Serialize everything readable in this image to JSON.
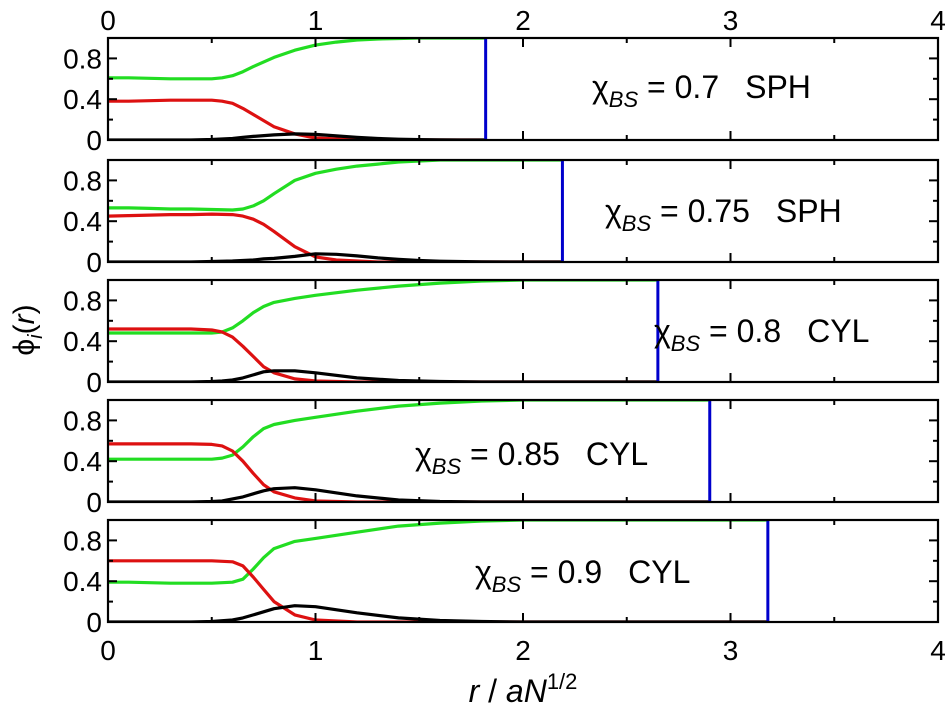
{
  "chart_data": {
    "type": "line",
    "xlim": [
      0,
      4
    ],
    "ylim": [
      0,
      1
    ],
    "x_ticks": [
      "0",
      "1",
      "2",
      "3",
      "4"
    ],
    "y_ticks": [
      "0",
      "0.4",
      "0.8"
    ],
    "xlabel": {
      "italic": "r",
      "mid": " / ",
      "a": "a",
      "N": "N",
      "sup": "1/2"
    },
    "ylabel": {
      "phi": "ϕ",
      "sub": "i",
      "open": "(",
      "r": "r",
      "close": ")"
    },
    "colors": {
      "green": "#22dd22",
      "red": "#dd1111",
      "black": "#000000",
      "blue": "#0000cc"
    },
    "panels": [
      {
        "annotation": {
          "chi": "χ",
          "sub": "BS",
          "value": " = 0.7",
          "phase": "SPH"
        },
        "vline_x": 1.82,
        "series": [
          {
            "color": "green",
            "x": [
              0,
              0.1,
              0.2,
              0.3,
              0.4,
              0.5,
              0.55,
              0.6,
              0.65,
              0.7,
              0.8,
              0.9,
              1.0,
              1.1,
              1.2,
              1.3,
              1.4,
              1.5,
              1.6,
              1.7,
              1.82
            ],
            "y": [
              0.61,
              0.61,
              0.605,
              0.6,
              0.6,
              0.6,
              0.61,
              0.63,
              0.67,
              0.72,
              0.81,
              0.88,
              0.93,
              0.96,
              0.98,
              0.99,
              0.995,
              1.0,
              1.0,
              1.0,
              1.0
            ]
          },
          {
            "color": "red",
            "x": [
              0,
              0.1,
              0.2,
              0.3,
              0.4,
              0.5,
              0.55,
              0.6,
              0.65,
              0.7,
              0.8,
              0.9,
              1.0,
              1.1,
              1.2,
              1.3,
              1.4,
              1.5,
              1.6,
              1.7,
              1.82
            ],
            "y": [
              0.38,
              0.38,
              0.385,
              0.39,
              0.39,
              0.39,
              0.38,
              0.36,
              0.31,
              0.25,
              0.13,
              0.06,
              0.02,
              0.01,
              0.0,
              0.0,
              0.0,
              0.0,
              0.0,
              0.0,
              0.0
            ]
          },
          {
            "color": "black",
            "x": [
              0,
              0.1,
              0.2,
              0.3,
              0.4,
              0.5,
              0.55,
              0.6,
              0.65,
              0.7,
              0.8,
              0.9,
              1.0,
              1.1,
              1.2,
              1.3,
              1.4,
              1.5,
              1.6,
              1.7,
              1.82
            ],
            "y": [
              0.0,
              0.0,
              0.0,
              0.0,
              0.0,
              0.005,
              0.01,
              0.015,
              0.025,
              0.035,
              0.05,
              0.06,
              0.055,
              0.04,
              0.025,
              0.015,
              0.008,
              0.004,
              0.002,
              0.0,
              0.0
            ]
          }
        ]
      },
      {
        "annotation": {
          "chi": "χ",
          "sub": "BS",
          "value": " = 0.75",
          "phase": "SPH"
        },
        "vline_x": 2.19,
        "series": [
          {
            "color": "green",
            "x": [
              0,
              0.1,
              0.2,
              0.3,
              0.4,
              0.5,
              0.6,
              0.65,
              0.7,
              0.75,
              0.8,
              0.9,
              1.0,
              1.1,
              1.2,
              1.3,
              1.4,
              1.5,
              1.6,
              1.8,
              2.0,
              2.19
            ],
            "y": [
              0.53,
              0.53,
              0.525,
              0.52,
              0.52,
              0.515,
              0.51,
              0.52,
              0.55,
              0.6,
              0.67,
              0.8,
              0.87,
              0.91,
              0.94,
              0.96,
              0.98,
              0.99,
              1.0,
              1.0,
              1.0,
              1.0
            ]
          },
          {
            "color": "red",
            "x": [
              0,
              0.1,
              0.2,
              0.3,
              0.4,
              0.5,
              0.6,
              0.65,
              0.7,
              0.75,
              0.8,
              0.9,
              1.0,
              1.1,
              1.2,
              1.3,
              1.4,
              1.5,
              1.6,
              1.8,
              2.0,
              2.19
            ],
            "y": [
              0.45,
              0.455,
              0.46,
              0.465,
              0.465,
              0.47,
              0.465,
              0.45,
              0.42,
              0.37,
              0.3,
              0.15,
              0.05,
              0.02,
              0.01,
              0.0,
              0.0,
              0.0,
              0.0,
              0.0,
              0.0,
              0.0
            ]
          },
          {
            "color": "black",
            "x": [
              0,
              0.1,
              0.2,
              0.3,
              0.4,
              0.5,
              0.6,
              0.65,
              0.7,
              0.75,
              0.8,
              0.9,
              1.0,
              1.1,
              1.2,
              1.3,
              1.4,
              1.5,
              1.6,
              1.8,
              2.0,
              2.19
            ],
            "y": [
              0.0,
              0.0,
              0.0,
              0.0,
              0.0,
              0.005,
              0.01,
              0.015,
              0.02,
              0.03,
              0.035,
              0.055,
              0.08,
              0.075,
              0.06,
              0.04,
              0.025,
              0.015,
              0.008,
              0.002,
              0.0,
              0.0
            ]
          }
        ]
      },
      {
        "annotation": {
          "chi": "χ",
          "sub": "BS",
          "value": " = 0.8",
          "phase": "CYL"
        },
        "vline_x": 2.65,
        "series": [
          {
            "color": "green",
            "x": [
              0,
              0.1,
              0.2,
              0.3,
              0.4,
              0.5,
              0.55,
              0.6,
              0.65,
              0.7,
              0.75,
              0.8,
              0.9,
              1.0,
              1.2,
              1.4,
              1.6,
              1.8,
              2.0,
              2.3,
              2.65
            ],
            "y": [
              0.48,
              0.48,
              0.48,
              0.48,
              0.48,
              0.48,
              0.49,
              0.53,
              0.6,
              0.68,
              0.74,
              0.78,
              0.82,
              0.85,
              0.9,
              0.94,
              0.97,
              0.99,
              1.0,
              1.0,
              1.0
            ]
          },
          {
            "color": "red",
            "x": [
              0,
              0.1,
              0.2,
              0.3,
              0.4,
              0.5,
              0.55,
              0.6,
              0.65,
              0.7,
              0.75,
              0.8,
              0.9,
              1.0,
              1.2,
              1.4,
              1.6,
              1.8,
              2.0,
              2.3,
              2.65
            ],
            "y": [
              0.52,
              0.52,
              0.52,
              0.52,
              0.52,
              0.51,
              0.49,
              0.44,
              0.35,
              0.25,
              0.15,
              0.09,
              0.03,
              0.01,
              0.0,
              0.0,
              0.0,
              0.0,
              0.0,
              0.0,
              0.0
            ]
          },
          {
            "color": "black",
            "x": [
              0,
              0.1,
              0.2,
              0.3,
              0.4,
              0.5,
              0.55,
              0.6,
              0.65,
              0.7,
              0.75,
              0.8,
              0.9,
              1.0,
              1.2,
              1.4,
              1.6,
              1.8,
              2.0,
              2.3,
              2.65
            ],
            "y": [
              0.0,
              0.0,
              0.0,
              0.0,
              0.0,
              0.005,
              0.01,
              0.02,
              0.04,
              0.07,
              0.1,
              0.11,
              0.11,
              0.09,
              0.04,
              0.015,
              0.005,
              0.0,
              0.0,
              0.0,
              0.0
            ]
          }
        ]
      },
      {
        "annotation": {
          "chi": "χ",
          "sub": "BS",
          "value": " = 0.85",
          "phase": "CYL"
        },
        "vline_x": 2.9,
        "series": [
          {
            "color": "green",
            "x": [
              0,
              0.1,
              0.2,
              0.3,
              0.4,
              0.5,
              0.55,
              0.6,
              0.65,
              0.7,
              0.75,
              0.8,
              0.9,
              1.0,
              1.2,
              1.4,
              1.6,
              1.8,
              2.0,
              2.5,
              2.9
            ],
            "y": [
              0.42,
              0.42,
              0.42,
              0.42,
              0.42,
              0.42,
              0.43,
              0.46,
              0.54,
              0.64,
              0.72,
              0.76,
              0.8,
              0.83,
              0.89,
              0.94,
              0.97,
              0.99,
              1.0,
              1.0,
              1.0
            ]
          },
          {
            "color": "red",
            "x": [
              0,
              0.1,
              0.2,
              0.3,
              0.4,
              0.5,
              0.55,
              0.6,
              0.65,
              0.7,
              0.75,
              0.8,
              0.9,
              1.0,
              1.2,
              1.4,
              1.6,
              1.8,
              2.0,
              2.5,
              2.9
            ],
            "y": [
              0.57,
              0.57,
              0.57,
              0.57,
              0.57,
              0.565,
              0.55,
              0.5,
              0.4,
              0.28,
              0.17,
              0.1,
              0.04,
              0.01,
              0.0,
              0.0,
              0.0,
              0.0,
              0.0,
              0.0,
              0.0
            ]
          },
          {
            "color": "black",
            "x": [
              0,
              0.1,
              0.2,
              0.3,
              0.4,
              0.5,
              0.55,
              0.6,
              0.65,
              0.7,
              0.75,
              0.8,
              0.9,
              1.0,
              1.2,
              1.4,
              1.6,
              1.8,
              2.0,
              2.5,
              2.9
            ],
            "y": [
              0.0,
              0.0,
              0.0,
              0.0,
              0.0,
              0.005,
              0.01,
              0.03,
              0.05,
              0.08,
              0.11,
              0.13,
              0.14,
              0.12,
              0.06,
              0.02,
              0.005,
              0.0,
              0.0,
              0.0,
              0.0
            ]
          }
        ]
      },
      {
        "annotation": {
          "chi": "χ",
          "sub": "BS",
          "value": " = 0.9",
          "phase": "CYL"
        },
        "vline_x": 3.18,
        "series": [
          {
            "color": "green",
            "x": [
              0,
              0.1,
              0.2,
              0.3,
              0.4,
              0.5,
              0.6,
              0.65,
              0.7,
              0.75,
              0.8,
              0.9,
              1.0,
              1.2,
              1.4,
              1.6,
              1.8,
              2.0,
              2.5,
              3.0,
              3.18
            ],
            "y": [
              0.39,
              0.39,
              0.385,
              0.38,
              0.38,
              0.38,
              0.39,
              0.42,
              0.52,
              0.63,
              0.72,
              0.79,
              0.82,
              0.88,
              0.94,
              0.97,
              0.99,
              1.0,
              1.0,
              1.0,
              1.0
            ]
          },
          {
            "color": "red",
            "x": [
              0,
              0.1,
              0.2,
              0.3,
              0.4,
              0.5,
              0.6,
              0.65,
              0.7,
              0.75,
              0.8,
              0.9,
              1.0,
              1.2,
              1.4,
              1.6,
              1.8,
              2.0,
              2.5,
              3.0,
              3.18
            ],
            "y": [
              0.6,
              0.6,
              0.6,
              0.6,
              0.6,
              0.6,
              0.59,
              0.55,
              0.44,
              0.32,
              0.2,
              0.07,
              0.02,
              0.0,
              0.0,
              0.0,
              0.0,
              0.0,
              0.0,
              0.0,
              0.0
            ]
          },
          {
            "color": "black",
            "x": [
              0,
              0.1,
              0.2,
              0.3,
              0.4,
              0.5,
              0.6,
              0.65,
              0.7,
              0.75,
              0.8,
              0.9,
              1.0,
              1.2,
              1.4,
              1.6,
              1.8,
              2.0,
              2.5,
              3.0,
              3.18
            ],
            "y": [
              0.0,
              0.0,
              0.0,
              0.0,
              0.0,
              0.005,
              0.02,
              0.04,
              0.07,
              0.1,
              0.13,
              0.16,
              0.15,
              0.09,
              0.04,
              0.015,
              0.005,
              0.0,
              0.0,
              0.0,
              0.0
            ]
          }
        ]
      }
    ]
  }
}
